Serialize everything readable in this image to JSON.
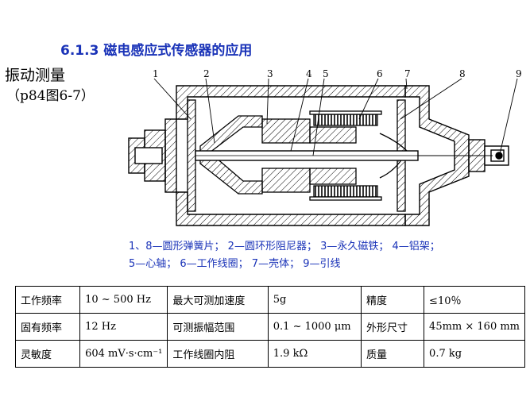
{
  "title": "6.1.3  磁电感应式传感器的应用",
  "subtitle": {
    "line1": "振动测量",
    "line2": "（p84图6-7）"
  },
  "diagram": {
    "part_numbers": [
      "1",
      "2",
      "3",
      "4",
      "5",
      "6",
      "7",
      "8",
      "9"
    ],
    "legend_line1": "1、8—圆形弹簧片；  2—圆环形阻尼器；  3—永久磁铁；  4—铝架；",
    "legend_line2": "5—心轴；  6—工作线圈；  7—壳体；  9—引线"
  },
  "specs": {
    "rows": [
      [
        {
          "label": "工作频率",
          "value": "10 ~ 500 Hz"
        },
        {
          "label": "最大可测加速度",
          "value": "5g"
        },
        {
          "label": "精度",
          "value": "≤10％"
        }
      ],
      [
        {
          "label": "固有频率",
          "value": "12 Hz"
        },
        {
          "label": "可测振幅范围",
          "value": "0.1 ~ 1000 μm"
        },
        {
          "label": "外形尺寸",
          "value": "45mm × 160 mm"
        }
      ],
      [
        {
          "label": "灵敏度",
          "value": "604 mV·s·cm⁻¹"
        },
        {
          "label": "工作线圈内阻",
          "value": "1.9 kΩ"
        },
        {
          "label": "质量",
          "value": "0.7 kg"
        }
      ]
    ]
  },
  "colors": {
    "title": "#1a33b8",
    "legend": "#1a33b8",
    "lines": "#000000"
  }
}
